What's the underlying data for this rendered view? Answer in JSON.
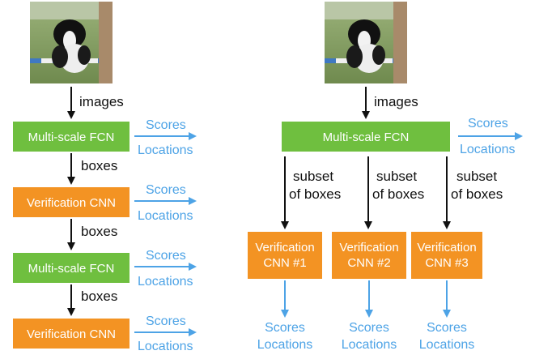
{
  "left_pipeline": {
    "input_edge_label": "images",
    "stages": [
      {
        "label": "Multi-scale FCN",
        "color": "#6fbf3f",
        "outputs": [
          "Scores",
          "Locations"
        ]
      },
      {
        "label": "Verification CNN",
        "color": "#f39323",
        "outputs": [
          "Scores",
          "Locations"
        ]
      },
      {
        "label": "Multi-scale FCN",
        "color": "#6fbf3f",
        "outputs": [
          "Scores",
          "Locations"
        ]
      },
      {
        "label": "Verification CNN",
        "color": "#f39323",
        "outputs": [
          "Scores",
          "Locations"
        ]
      }
    ],
    "edge_labels": [
      "boxes",
      "boxes",
      "boxes"
    ]
  },
  "right_pipeline": {
    "input_edge_label": "images",
    "fcn": {
      "label": "Multi-scale FCN",
      "color": "#6fbf3f",
      "outputs": [
        "Scores",
        "Locations"
      ]
    },
    "branches": [
      {
        "edge_label_line1": "subset",
        "edge_label_line2": "of boxes",
        "box_line1": "Verification",
        "box_line2": "CNN #1",
        "outputs": [
          "Scores",
          "Locations"
        ]
      },
      {
        "edge_label_line1": "subset",
        "edge_label_line2": "of boxes",
        "box_line1": "Verification",
        "box_line2": "CNN #2",
        "outputs": [
          "Scores",
          "Locations"
        ]
      },
      {
        "edge_label_line1": "subset",
        "edge_label_line2": "of boxes",
        "box_line1": "Verification",
        "box_line2": "CNN #3",
        "outputs": [
          "Scores",
          "Locations"
        ]
      }
    ]
  },
  "colors": {
    "green": "#6fbf3f",
    "orange": "#f39323",
    "output_blue": "#4da3e6",
    "arrow": "#111111"
  }
}
